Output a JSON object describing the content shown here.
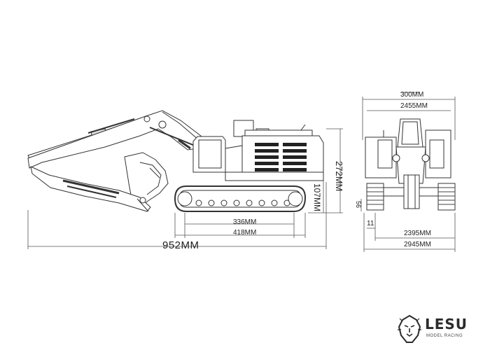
{
  "dimensions": {
    "overall_length": "952MM",
    "track_contact": "336MM",
    "track_length": "418MM",
    "overall_height": "272MM",
    "ground_clearance": "107MM",
    "front_top_width": "300MM",
    "front_width_upper": "2455MM",
    "front_track_gauge": "2395MM",
    "front_total_width": "2945MM",
    "front_small_height": "56",
    "front_small_width": "11"
  },
  "logo": {
    "brand": "LESU",
    "tagline": "MODEL RACING",
    "icon": "lion-head-icon"
  },
  "colors": {
    "line": "#333333",
    "fill_dark": "#222222",
    "fill_light": "#ffffff"
  }
}
